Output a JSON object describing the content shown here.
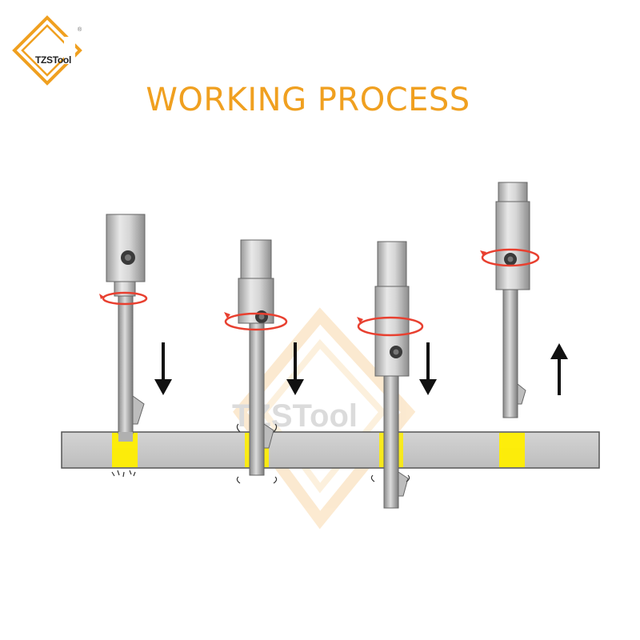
{
  "brand": {
    "logo_text": "TZSTool",
    "registered_mark": "®",
    "watermark_text": "TZSTool",
    "color": "#f0a020"
  },
  "title": "WORKING PROCESS",
  "steps": [
    {
      "name": "step-1",
      "motion": "down",
      "rotation": "spinning"
    },
    {
      "name": "step-2",
      "motion": "down",
      "rotation": "spinning"
    },
    {
      "name": "step-3",
      "motion": "down",
      "rotation": "spinning"
    },
    {
      "name": "step-4",
      "motion": "up",
      "rotation": "spinning"
    }
  ],
  "colors": {
    "plate": "#c8c8c8",
    "hole_highlight": "#ffee00",
    "rotation_arrow": "#e84030",
    "motion_arrow": "#111111"
  }
}
